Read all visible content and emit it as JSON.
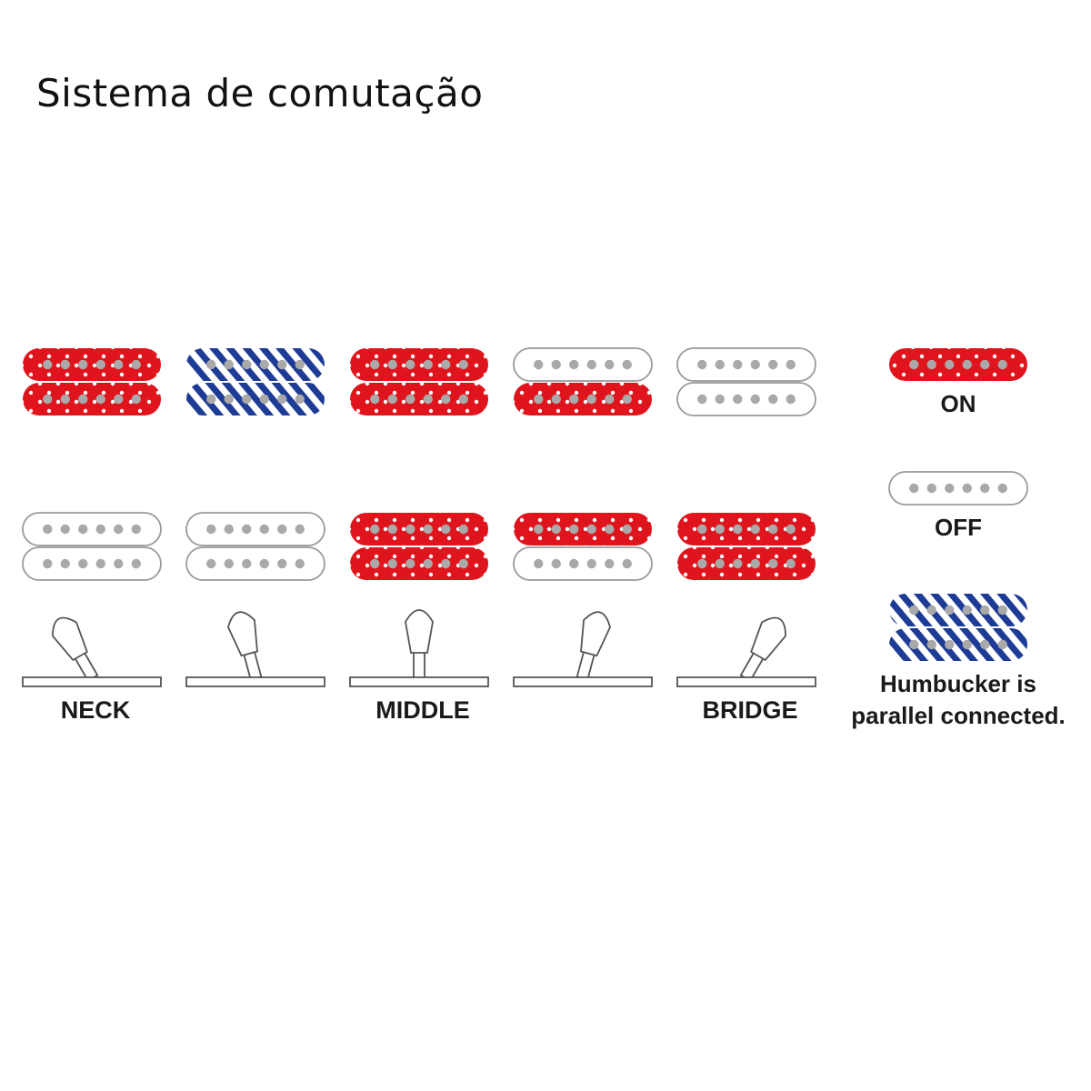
{
  "title": "Sistema de comutação",
  "colors": {
    "on_red": "#e0141c",
    "parallel_blue": "#1e3c96",
    "off_white": "#ffffff",
    "pole_gray": "#a9a9a9",
    "outline_gray": "#9a9a9a",
    "switch_outline": "#555555"
  },
  "positions": [
    {
      "label": "NECK",
      "top_pickup": [
        "on",
        "on"
      ],
      "bottom_pickup": [
        "off",
        "off"
      ],
      "lever": "neck"
    },
    {
      "label": "",
      "top_pickup": [
        "parallel",
        "parallel"
      ],
      "bottom_pickup": [
        "off",
        "off"
      ],
      "lever": "neck-mid"
    },
    {
      "label": "MIDDLE",
      "top_pickup": [
        "on",
        "on"
      ],
      "bottom_pickup": [
        "on",
        "on"
      ],
      "lever": "middle"
    },
    {
      "label": "",
      "top_pickup": [
        "off",
        "on"
      ],
      "bottom_pickup": [
        "on",
        "off"
      ],
      "lever": "mid-bridge"
    },
    {
      "label": "BRIDGE",
      "top_pickup": [
        "off",
        "off"
      ],
      "bottom_pickup": [
        "on",
        "on"
      ],
      "lever": "bridge"
    }
  ],
  "legend": {
    "on_label": "ON",
    "off_label": "OFF",
    "parallel_label_line1": "Humbucker is",
    "parallel_label_line2": "parallel connected."
  }
}
